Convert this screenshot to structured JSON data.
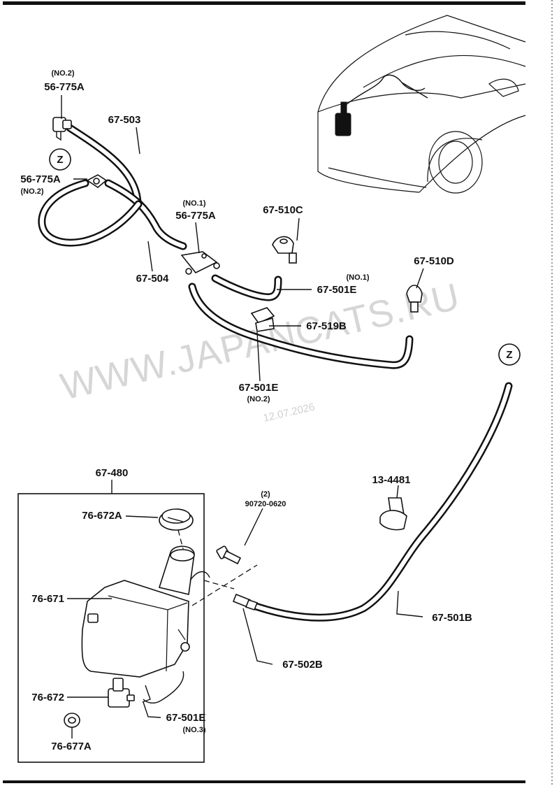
{
  "watermark": {
    "text": "WWW.JAPANCATS.RU",
    "date": "12.07.2026"
  },
  "callouts": {
    "l_56_775A_no2_top": {
      "code": "56-775A",
      "note": "(NO.2)"
    },
    "l_67_503": {
      "code": "67-503"
    },
    "z_top": {
      "symbol": "Z"
    },
    "l_56_775A_no2_left": {
      "code": "56-775A",
      "note": "(NO.2)"
    },
    "l_67_504": {
      "code": "67-504"
    },
    "l_56_775A_no1": {
      "code": "56-775A",
      "note": "(NO.1)"
    },
    "l_67_510C": {
      "code": "67-510C"
    },
    "l_67_510D": {
      "code": "67-510D"
    },
    "l_67_501E_no1": {
      "code": "67-501E",
      "note": "(NO.1)"
    },
    "l_67_519B": {
      "code": "67-519B"
    },
    "l_67_501E_no2": {
      "code": "67-501E",
      "note": "(NO.2)"
    },
    "z_right": {
      "symbol": "Z"
    },
    "l_67_480": {
      "code": "67-480"
    },
    "l_76_672A": {
      "code": "76-672A"
    },
    "l_90720_0620": {
      "code": "90720-0620",
      "note": "(2)"
    },
    "l_13_4481": {
      "code": "13-4481"
    },
    "l_76_671": {
      "code": "76-671"
    },
    "l_67_501B": {
      "code": "67-501B"
    },
    "l_67_502B": {
      "code": "67-502B"
    },
    "l_76_672": {
      "code": "76-672"
    },
    "l_67_501E_no3": {
      "code": "67-501E",
      "note": "(NO.3)"
    },
    "l_76_677A": {
      "code": "76-677A"
    }
  }
}
